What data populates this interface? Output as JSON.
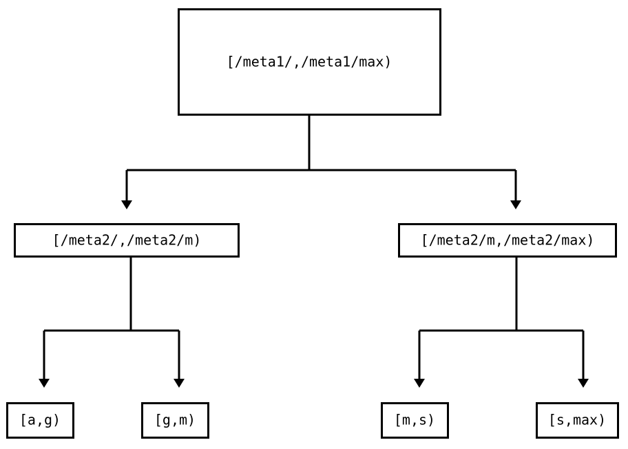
{
  "diagram": {
    "type": "binary-tree",
    "title": "",
    "colors": {
      "background": "#ffffff",
      "stroke": "#000000",
      "node_fill": "#ffffff",
      "text": "#000000"
    },
    "levels": [
      {
        "level": 0,
        "name": "root",
        "nodes": [
          {
            "id": "root",
            "label": "[/meta1/,/meta1/max)"
          }
        ]
      },
      {
        "level": 1,
        "name": "internal",
        "nodes": [
          {
            "id": "mid-left",
            "label": "[/meta2/,/meta2/m)"
          },
          {
            "id": "mid-right",
            "label": "[/meta2/m,/meta2/max)"
          }
        ]
      },
      {
        "level": 2,
        "name": "leaves",
        "nodes": [
          {
            "id": "leaf-ag",
            "label": "[a,g)"
          },
          {
            "id": "leaf-gm",
            "label": "[g,m)"
          },
          {
            "id": "leaf-ms",
            "label": "[m,s)"
          },
          {
            "id": "leaf-smax",
            "label": "[s,max)"
          }
        ]
      }
    ],
    "nodes": {
      "root": {
        "label": "[/meta1/,/meta1/max)"
      },
      "mid_left": {
        "label": "[/meta2/,/meta2/m)"
      },
      "mid_right": {
        "label": "[/meta2/m,/meta2/max)"
      },
      "leaf_1": {
        "label": "[a,g)"
      },
      "leaf_2": {
        "label": "[g,m)"
      },
      "leaf_3": {
        "label": "[m,s)"
      },
      "leaf_4": {
        "label": "[s,max)"
      }
    },
    "edges": [
      {
        "from": "root",
        "to": "mid_left"
      },
      {
        "from": "root",
        "to": "mid_right"
      },
      {
        "from": "mid_left",
        "to": "leaf_1"
      },
      {
        "from": "mid_left",
        "to": "leaf_2"
      },
      {
        "from": "mid_right",
        "to": "leaf_3"
      },
      {
        "from": "mid_right",
        "to": "leaf_4"
      }
    ]
  }
}
